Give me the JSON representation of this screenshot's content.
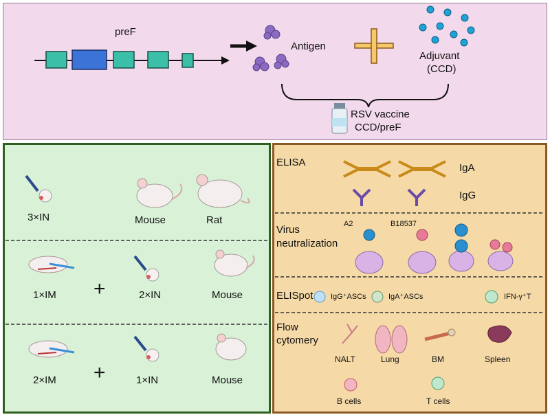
{
  "top": {
    "gene_label": "preF",
    "antigen_label": "Antigen",
    "adjuvant_label": "Adjuvant",
    "adjuvant_sub": "(CCD)",
    "vaccine_label": "RSV vaccine",
    "vaccine_sub": "CCD/preF",
    "colors": {
      "bg": "#f2d9ec",
      "gene_exon": "#3bbfa8",
      "gene_main": "#3b73d6",
      "protein": "#8b6bbf",
      "plus": "#b07a2a",
      "dot": "#1fa2d6"
    }
  },
  "left": {
    "bg": "#d9f2d7",
    "border": "#2f5f1f",
    "rows": [
      {
        "items": [
          {
            "label": "3×IN",
            "icon": "pipette-mouse-icon"
          },
          {
            "label": "Mouse",
            "icon": "mouse-icon"
          },
          {
            "label": "Rat",
            "icon": "rat-icon"
          }
        ]
      },
      {
        "items": [
          {
            "label": "1×IM",
            "icon": "injection-mouse-icon"
          },
          {
            "label": "+",
            "icon": "plus-icon"
          },
          {
            "label": "2×IN",
            "icon": "pipette-mouse-icon"
          },
          {
            "label": "Mouse",
            "icon": "mouse-icon"
          }
        ]
      },
      {
        "items": [
          {
            "label": "2×IM",
            "icon": "injection-mouse-icon"
          },
          {
            "label": "+",
            "icon": "plus-icon"
          },
          {
            "label": "1×IN",
            "icon": "pipette-mouse-icon"
          },
          {
            "label": "Mouse",
            "icon": "mouse-icon"
          }
        ]
      }
    ]
  },
  "right": {
    "bg": "#f5d9a6",
    "border": "#8a5a25",
    "elisa": {
      "title": "ELISA",
      "iga": "IgA",
      "igg": "IgG"
    },
    "neut": {
      "title_1": "Virus",
      "title_2": "neutralization",
      "strain_a2": "A2",
      "strain_b": "B18537"
    },
    "elispot": {
      "title": "ELISpot",
      "c1": "IgG⁺ASCs",
      "c2": "IgA⁺ASCs",
      "c3": "IFN-γ⁺T"
    },
    "flow": {
      "title_1": "Flow",
      "title_2": "cytomery",
      "nalt": "NALT",
      "lung": "Lung",
      "bm": "BM",
      "spleen": "Spleen",
      "bcells": "B cells",
      "tcells": "T cells"
    }
  }
}
